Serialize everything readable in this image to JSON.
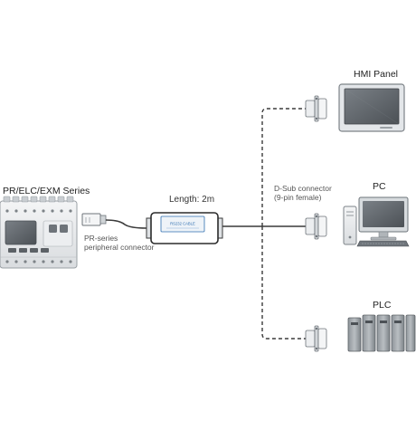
{
  "devices": {
    "controller_label": "PR/ELC/EXM Series",
    "hmi_label": "HMI Panel",
    "pc_label": "PC",
    "plc_label": "PLC"
  },
  "cable": {
    "length_label": "Length: 2m",
    "adapter_text": "RS232 CABLE"
  },
  "connectors": {
    "peripheral_line1": "PR-series",
    "peripheral_line2": "peripheral connector",
    "dsub_line1": "D-Sub connector",
    "dsub_line2": "(9-pin female)"
  },
  "colors": {
    "line": "#3a3a3a",
    "device_body": "#e6e8ea",
    "device_dark": "#6e747a",
    "screen": "#5a5f64",
    "accent_blue": "#2f6fb0"
  }
}
